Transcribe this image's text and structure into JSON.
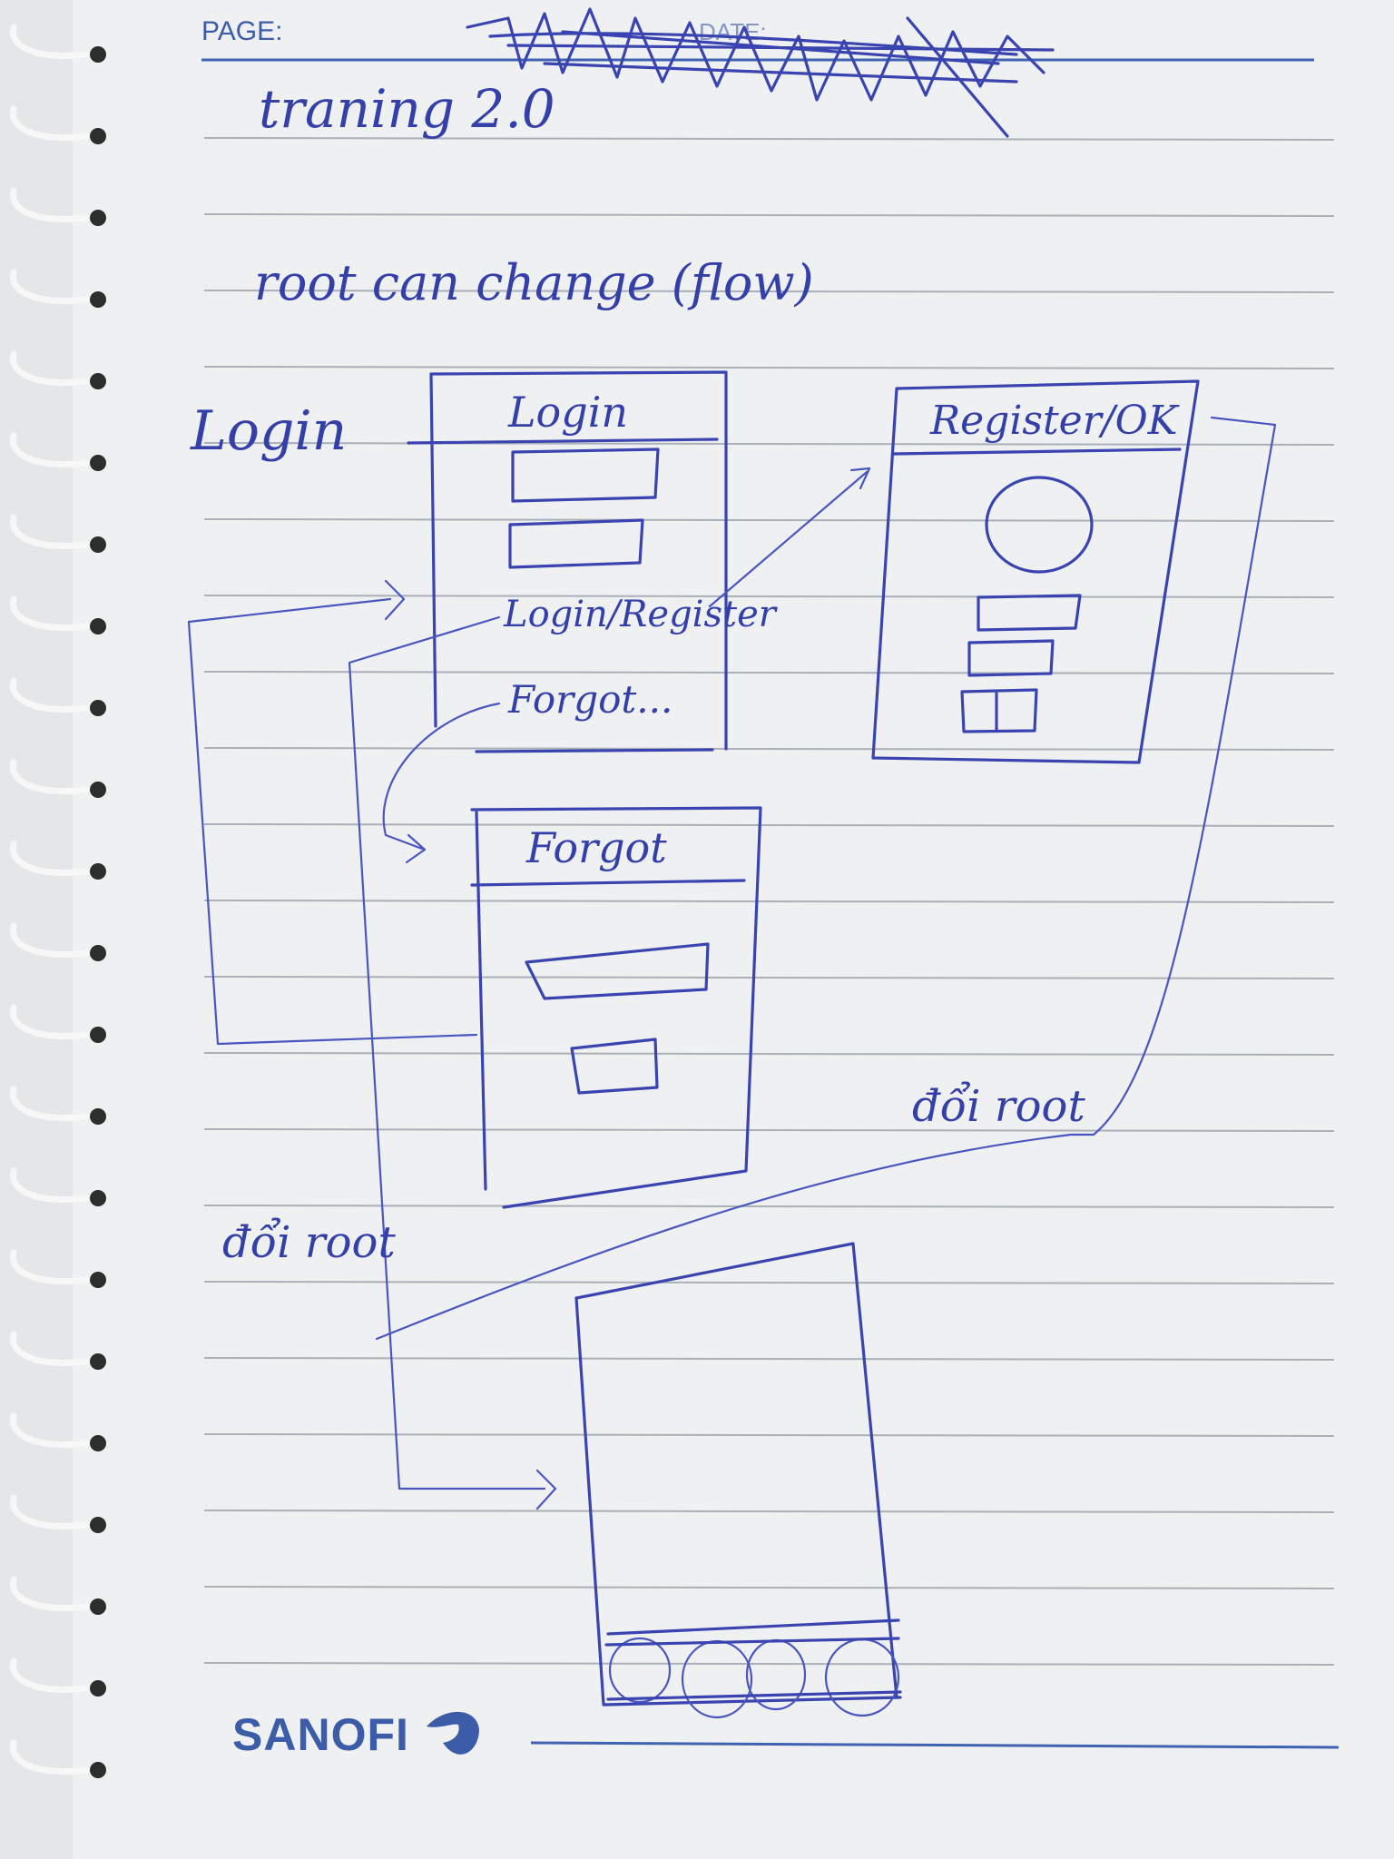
{
  "page_header": {
    "label": "PAGE:",
    "crossed_out_label": "DATE:"
  },
  "title": "traning 2.0",
  "subtitle": "root can change (flow)",
  "section_label": "Login",
  "screens": {
    "login": {
      "title": "Login",
      "link_login_register": "Login/Register",
      "link_forgot": "Forgot..."
    },
    "register": {
      "title": "Register/OK"
    },
    "forgot": {
      "title": "Forgot"
    },
    "main": {
      "tab_bar": "tab bar with 4 icons"
    }
  },
  "annotations": {
    "change_root_right": "đổi root",
    "change_root_left": "đổi root"
  },
  "footer": {
    "brand": "SANOFI"
  },
  "colors": {
    "ink": "#3a44b0",
    "paper": "#eef0f2",
    "rule": "#a9b0b8",
    "brand": "#3d5ca8"
  }
}
